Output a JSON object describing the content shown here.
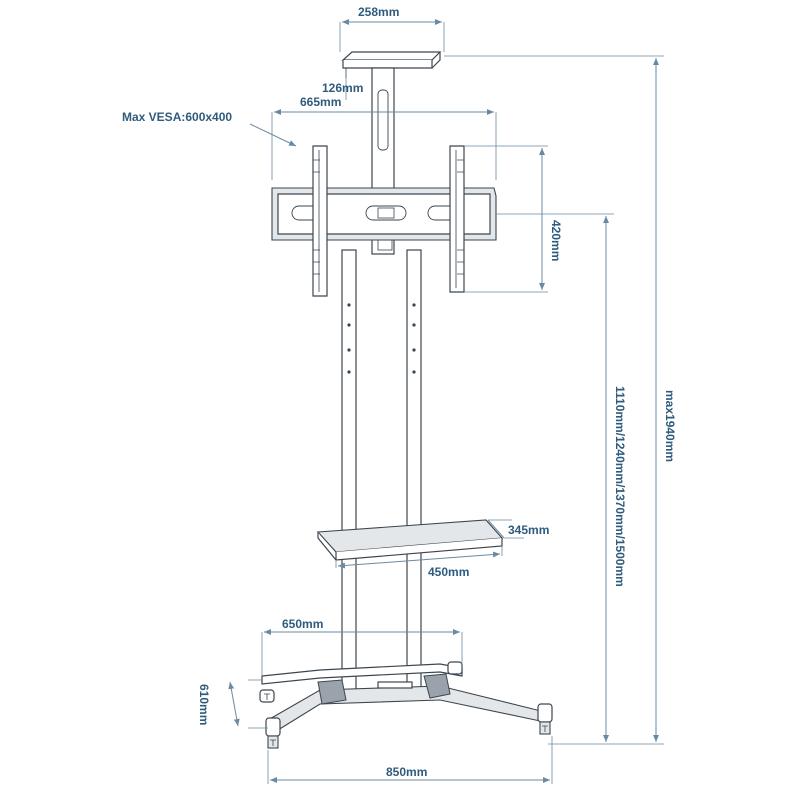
{
  "labels": {
    "camera_shelf_width": "258mm",
    "camera_shelf_height": "126mm",
    "max_vesa": "Max VESA:600x400",
    "bracket_width": "665mm",
    "bracket_height": "420mm",
    "column_height_options": "1110mm/1240mm/1370mm/1500mm",
    "max_height": "max1940mm",
    "shelf_depth": "345mm",
    "shelf_width": "450mm",
    "base_inner_width": "650mm",
    "base_depth": "610mm",
    "base_width": "850mm"
  },
  "colors": {
    "dimension": "#2f5b7d",
    "line": "#6a8aa3",
    "outline": "#3c4650"
  }
}
